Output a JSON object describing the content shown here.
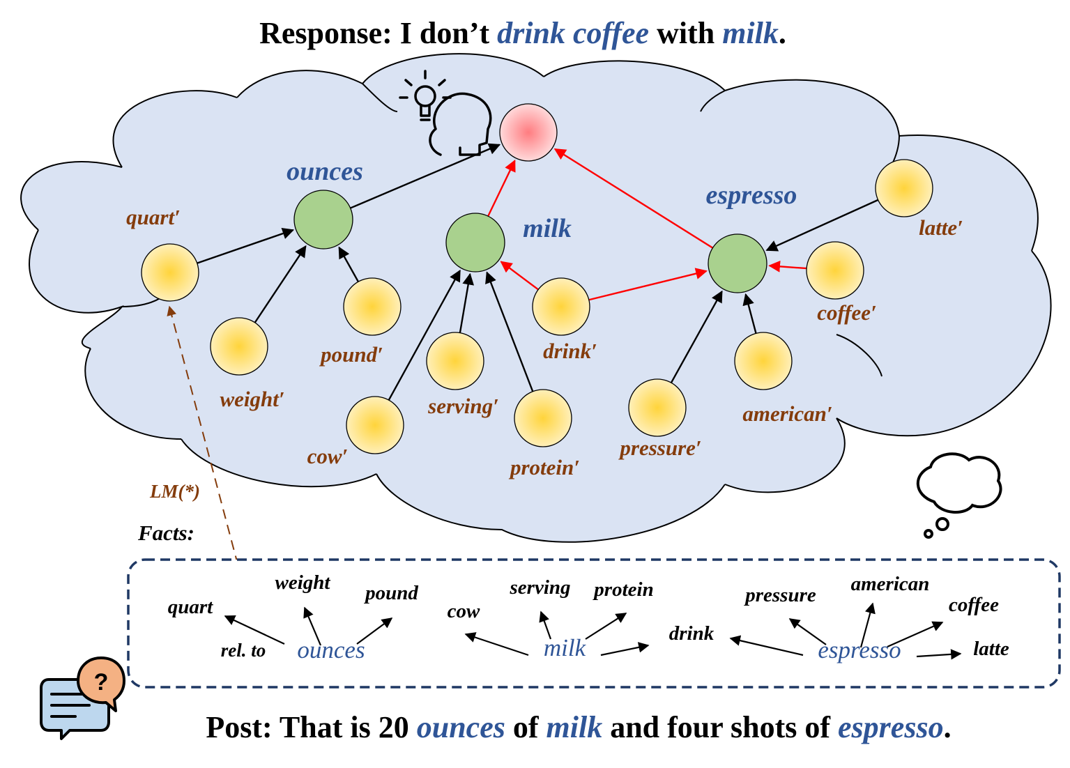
{
  "response": {
    "prefix": "Response: I don’t ",
    "kw1": "drink coffee",
    "mid": " with ",
    "kw2": "milk",
    "suffix": "."
  },
  "post": {
    "prefix": "Post: That is 20 ",
    "kw1": "ounces",
    "mid1": " of ",
    "kw2": "milk",
    "mid2": " and four shots of ",
    "kw3": "espresso",
    "suffix": "."
  },
  "facts_label": "Facts:",
  "lm_label": "LM(*)",
  "graph": {
    "nodes": [
      {
        "id": "root",
        "label": "",
        "kind": "root"
      },
      {
        "id": "ounces",
        "label": "ounces",
        "kind": "concept"
      },
      {
        "id": "milk",
        "label": "milk",
        "kind": "concept"
      },
      {
        "id": "espresso",
        "label": "espresso",
        "kind": "concept"
      },
      {
        "id": "quart",
        "label": "quart′",
        "kind": "word"
      },
      {
        "id": "weight",
        "label": "weight′",
        "kind": "word"
      },
      {
        "id": "pound",
        "label": "pound′",
        "kind": "word"
      },
      {
        "id": "cow",
        "label": "cow′",
        "kind": "word"
      },
      {
        "id": "serving",
        "label": "serving′",
        "kind": "word"
      },
      {
        "id": "protein",
        "label": "protein′",
        "kind": "word"
      },
      {
        "id": "drink",
        "label": "drink′",
        "kind": "word"
      },
      {
        "id": "pressure",
        "label": "pressure′",
        "kind": "word"
      },
      {
        "id": "american",
        "label": "american′",
        "kind": "word"
      },
      {
        "id": "coffee",
        "label": "coffee′",
        "kind": "word"
      },
      {
        "id": "latte",
        "label": "latte′",
        "kind": "word"
      }
    ],
    "edges": [
      {
        "from": "ounces",
        "to": "root",
        "highlight": false
      },
      {
        "from": "milk",
        "to": "root",
        "highlight": true
      },
      {
        "from": "espresso",
        "to": "root",
        "highlight": true
      },
      {
        "from": "quart",
        "to": "ounces",
        "highlight": false
      },
      {
        "from": "weight",
        "to": "ounces",
        "highlight": false
      },
      {
        "from": "pound",
        "to": "ounces",
        "highlight": false
      },
      {
        "from": "cow",
        "to": "milk",
        "highlight": false
      },
      {
        "from": "serving",
        "to": "milk",
        "highlight": false
      },
      {
        "from": "protein",
        "to": "milk",
        "highlight": false
      },
      {
        "from": "drink",
        "to": "milk",
        "highlight": true
      },
      {
        "from": "drink",
        "to": "espresso",
        "highlight": true
      },
      {
        "from": "pressure",
        "to": "espresso",
        "highlight": false
      },
      {
        "from": "american",
        "to": "espresso",
        "highlight": false
      },
      {
        "from": "coffee",
        "to": "espresso",
        "highlight": true
      },
      {
        "from": "latte",
        "to": "espresso",
        "highlight": false
      }
    ]
  },
  "facts": {
    "groups": [
      {
        "hub": "ounces",
        "targets": [
          "quart",
          "weight",
          "pound"
        ]
      },
      {
        "hub": "milk",
        "targets": [
          "cow",
          "serving",
          "protein",
          "drink"
        ]
      },
      {
        "hub": "espresso",
        "targets": [
          "drink",
          "pressure",
          "american",
          "coffee",
          "latte"
        ]
      }
    ],
    "relation_label": "rel. to"
  },
  "colors": {
    "keyword": "#2f5597",
    "brown": "#843c0c",
    "red_edge": "#ff0000",
    "cloud_fill": "#dae3f3",
    "concept_fill": "#a9d18e",
    "word_fill": "#ffd966",
    "root_fill": "#ff7c80",
    "box_border": "#1f3864",
    "icon_orange": "#f4b183",
    "icon_blue": "#bdd7ee"
  },
  "icons": [
    "thinking-head-icon",
    "thought-bubble-icon",
    "chat-question-icon"
  ]
}
